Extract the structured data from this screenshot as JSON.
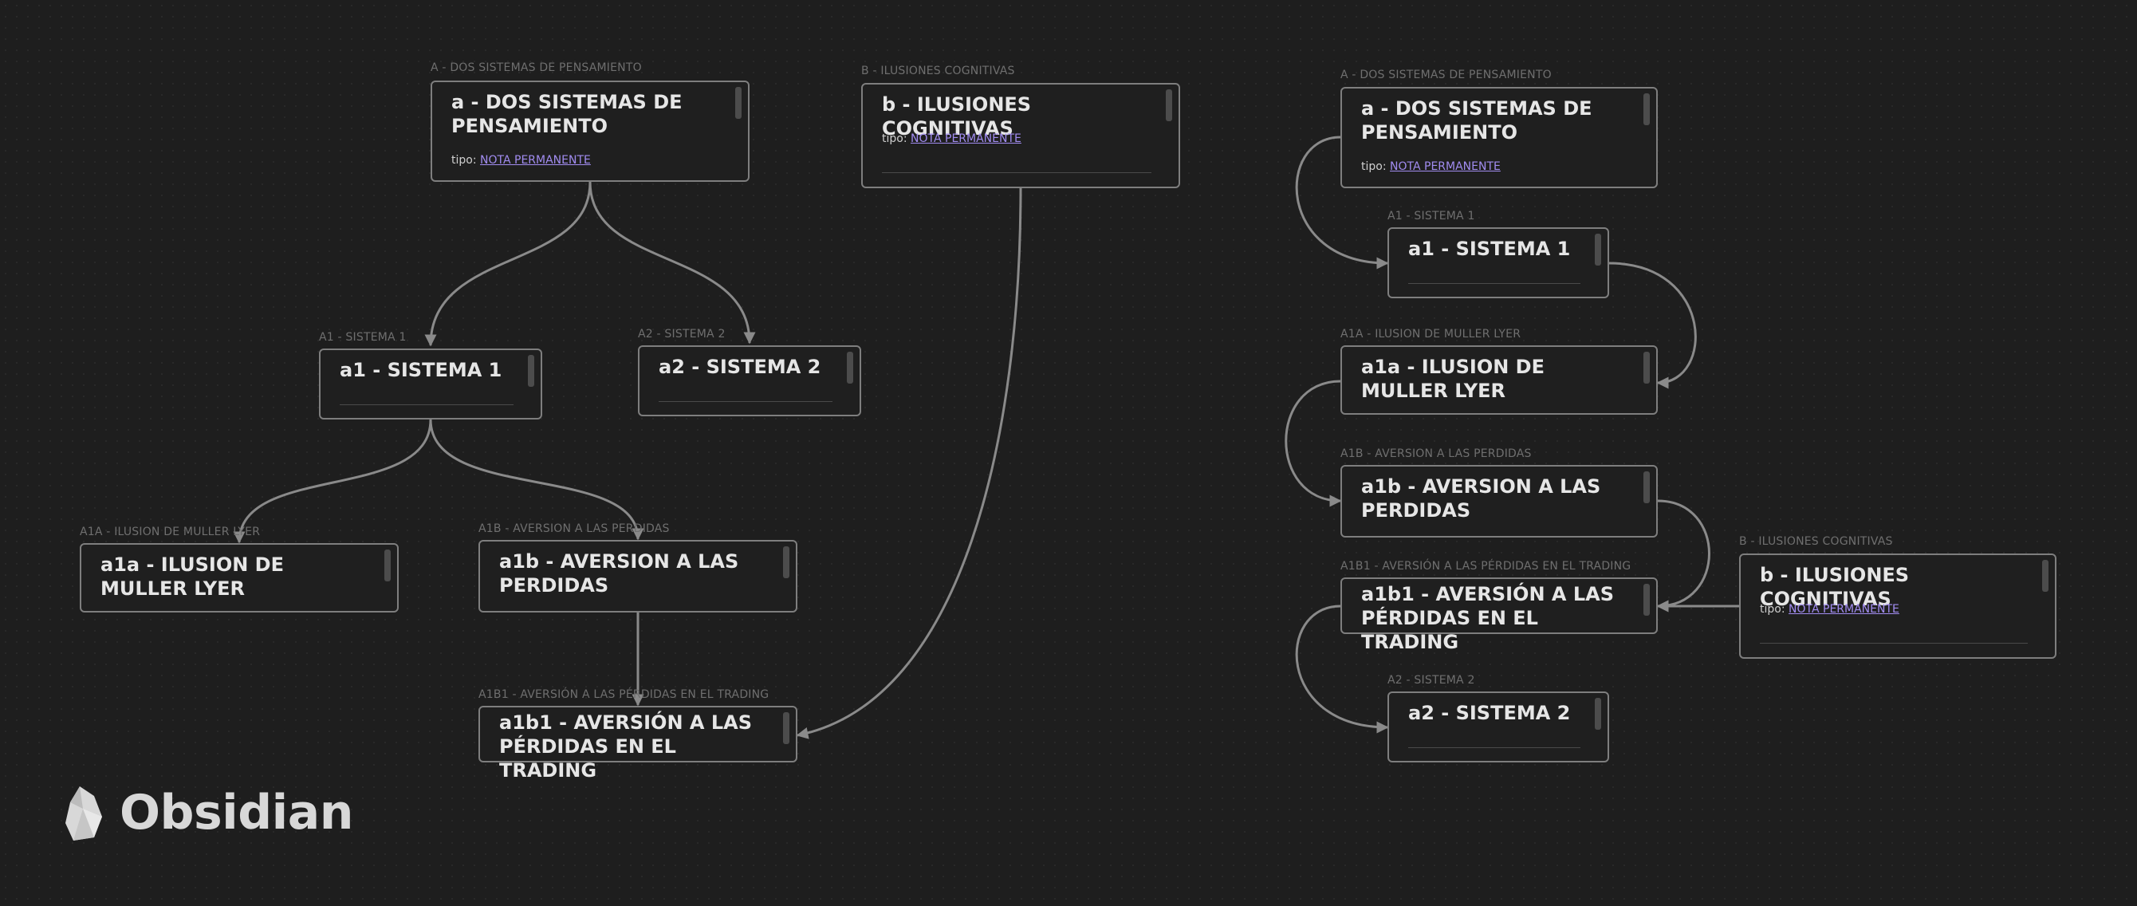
{
  "canvas_left": {
    "nodes": {
      "a": {
        "header": "a - DOS SISTEMAS DE PENSAMIENTO",
        "title": "a - DOS SISTEMAS DE PENSAMIENTO",
        "prop_key": "tipo:",
        "prop_value": "NOTA PERMANENTE"
      },
      "b": {
        "header": "b - ILUSIONES COGNITIVAS",
        "title": "b - ILUSIONES COGNITIVAS",
        "prop_key": "tipo:",
        "prop_value": "NOTA PERMANENTE"
      },
      "a1": {
        "header": "a1 - SISTEMA 1",
        "title": "a1 - SISTEMA 1"
      },
      "a2": {
        "header": "a2 - SISTEMA 2",
        "title": "a2 - SISTEMA 2"
      },
      "a1a": {
        "header": "a1a - ILUSION DE MULLER LYER",
        "title": "a1a - ILUSION DE MULLER LYER"
      },
      "a1b": {
        "header": "a1b - AVERSION A LAS PERDIDAS",
        "title": "a1b - AVERSION A LAS PERDIDAS"
      },
      "a1b1": {
        "header": "a1b1 - AVERSIÓN A LAS PÉRDIDAS EN EL TRADING",
        "title": "a1b1 - AVERSIÓN A LAS PÉRDIDAS EN EL TRADING"
      }
    }
  },
  "canvas_right": {
    "nodes": {
      "a": {
        "header": "a - DOS SISTEMAS DE PENSAMIENTO",
        "title": "a - DOS SISTEMAS DE PENSAMIENTO",
        "prop_key": "tipo:",
        "prop_value": "NOTA PERMANENTE"
      },
      "a1": {
        "header": "a1 - SISTEMA 1",
        "title": "a1 - SISTEMA 1"
      },
      "a1a": {
        "header": "a1a - ILUSION DE MULLER LYER",
        "title": "a1a - ILUSION DE MULLER LYER"
      },
      "a1b": {
        "header": "a1b - AVERSION A LAS PERDIDAS",
        "title": "a1b - AVERSION A LAS PERDIDAS"
      },
      "a1b1": {
        "header": "a1b1 - AVERSIÓN A LAS PÉRDIDAS EN EL TRADING",
        "title": "a1b1 - AVERSIÓN A LAS PÉRDIDAS EN EL TRADING"
      },
      "a2": {
        "header": "a2 - SISTEMA 2",
        "title": "a2 - SISTEMA 2"
      },
      "b": {
        "header": "b - ILUSIONES COGNITIVAS",
        "title": "b - ILUSIONES COGNITIVAS",
        "prop_key": "tipo:",
        "prop_value": "NOTA PERMANENTE"
      }
    }
  },
  "brand": {
    "name": "Obsidian",
    "icon": "obsidian-logo-icon"
  },
  "colors": {
    "background": "#1e1e1e",
    "node_border": "#7e7e7e",
    "edge": "#8a8a8a",
    "link": "#a18cf0",
    "text": "#e6e6e6"
  }
}
